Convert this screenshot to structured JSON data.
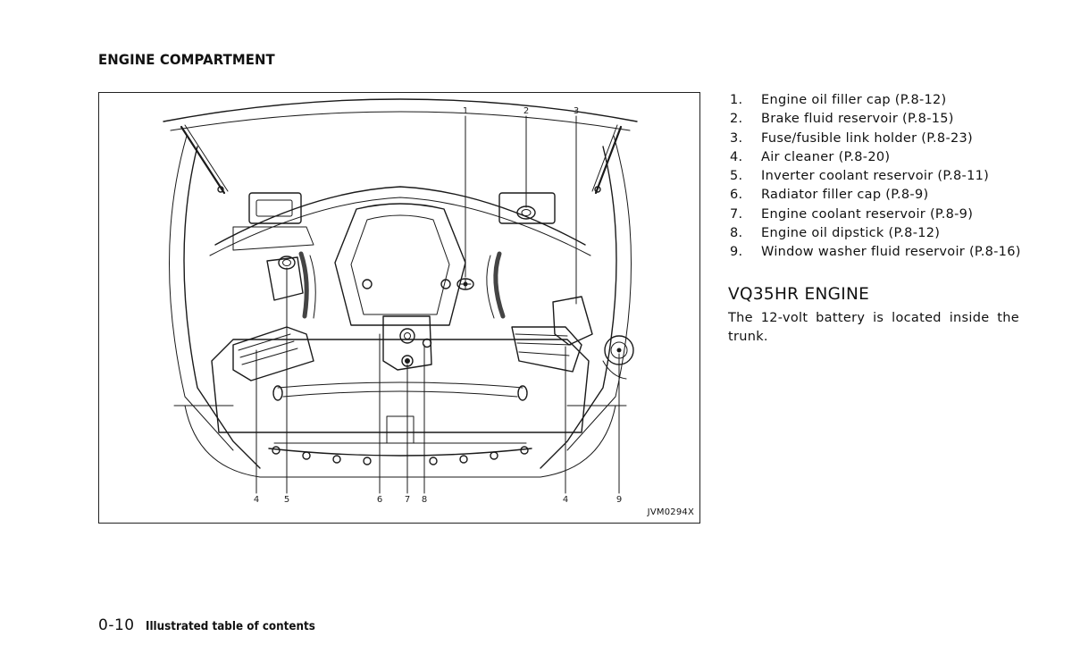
{
  "section_heading": "ENGINE COMPARTMENT",
  "figure": {
    "code": "JVM0294X",
    "callouts_top": [
      "1",
      "2",
      "3"
    ],
    "callouts_bottom": [
      "4",
      "5",
      "6",
      "7",
      "8",
      "4",
      "9"
    ]
  },
  "legend": [
    {
      "num": "1.",
      "text": "Engine oil filler cap (P.8-12)"
    },
    {
      "num": "2.",
      "text": "Brake fluid reservoir (P.8-15)"
    },
    {
      "num": "3.",
      "text": "Fuse/fusible link holder (P.8-23)"
    },
    {
      "num": "4.",
      "text": "Air cleaner (P.8-20)"
    },
    {
      "num": "5.",
      "text": "Inverter coolant reservoir (P.8-11)"
    },
    {
      "num": "6.",
      "text": "Radiator filler cap (P.8-9)"
    },
    {
      "num": "7.",
      "text": "Engine coolant reservoir (P.8-9)"
    },
    {
      "num": "8.",
      "text": "Engine oil dipstick (P.8-12)"
    },
    {
      "num": "9.",
      "text": "Window washer fluid reservoir (P.8-16)"
    }
  ],
  "sub_heading": "VQ35HR ENGINE",
  "body_text": "The 12-volt battery is located inside the trunk.",
  "footer": {
    "page_number": "0-10",
    "title": "Illustrated table of contents"
  }
}
